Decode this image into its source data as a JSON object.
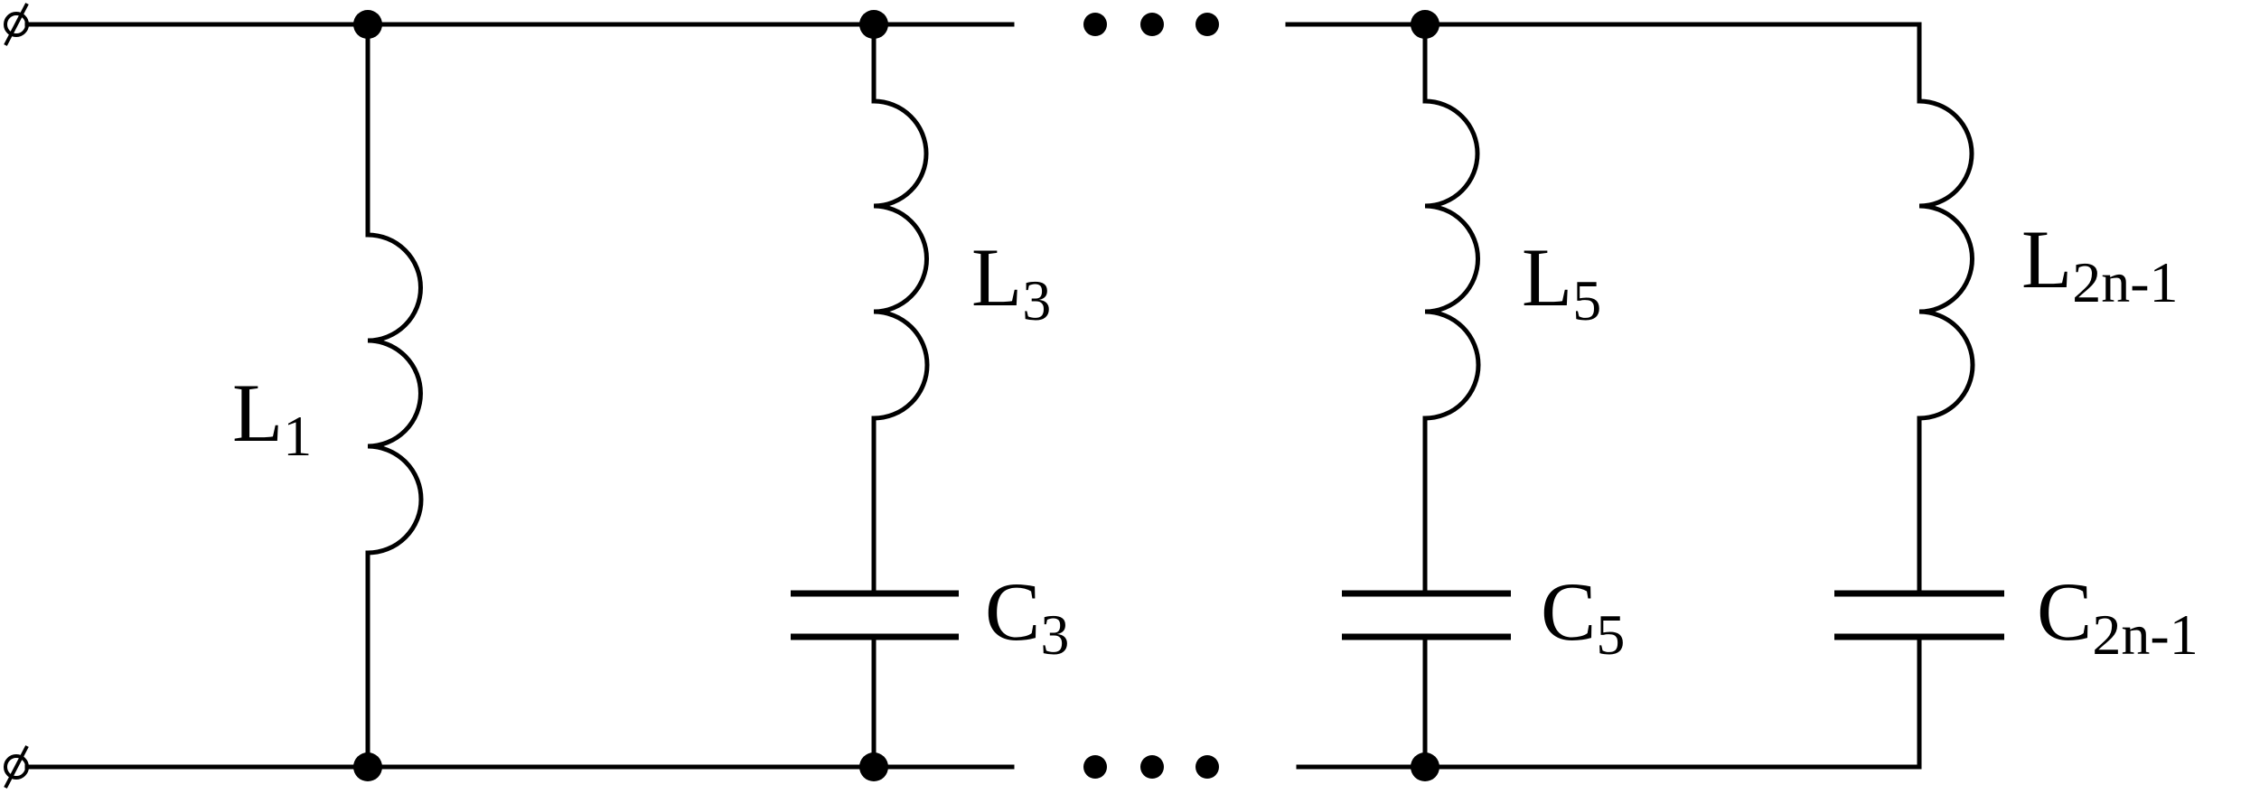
{
  "components": {
    "L1": {
      "letter": "L",
      "sub": "1"
    },
    "L3": {
      "letter": "L",
      "sub": "3"
    },
    "C3": {
      "letter": "C",
      "sub": "3"
    },
    "L5": {
      "letter": "L",
      "sub": "5"
    },
    "C5": {
      "letter": "C",
      "sub": "5"
    },
    "L2n1": {
      "letter": "L",
      "sub": "2n-1"
    },
    "C2n1": {
      "letter": "C",
      "sub": "2n-1"
    }
  },
  "colors": {
    "stroke": "#000000",
    "background": "#ffffff"
  }
}
